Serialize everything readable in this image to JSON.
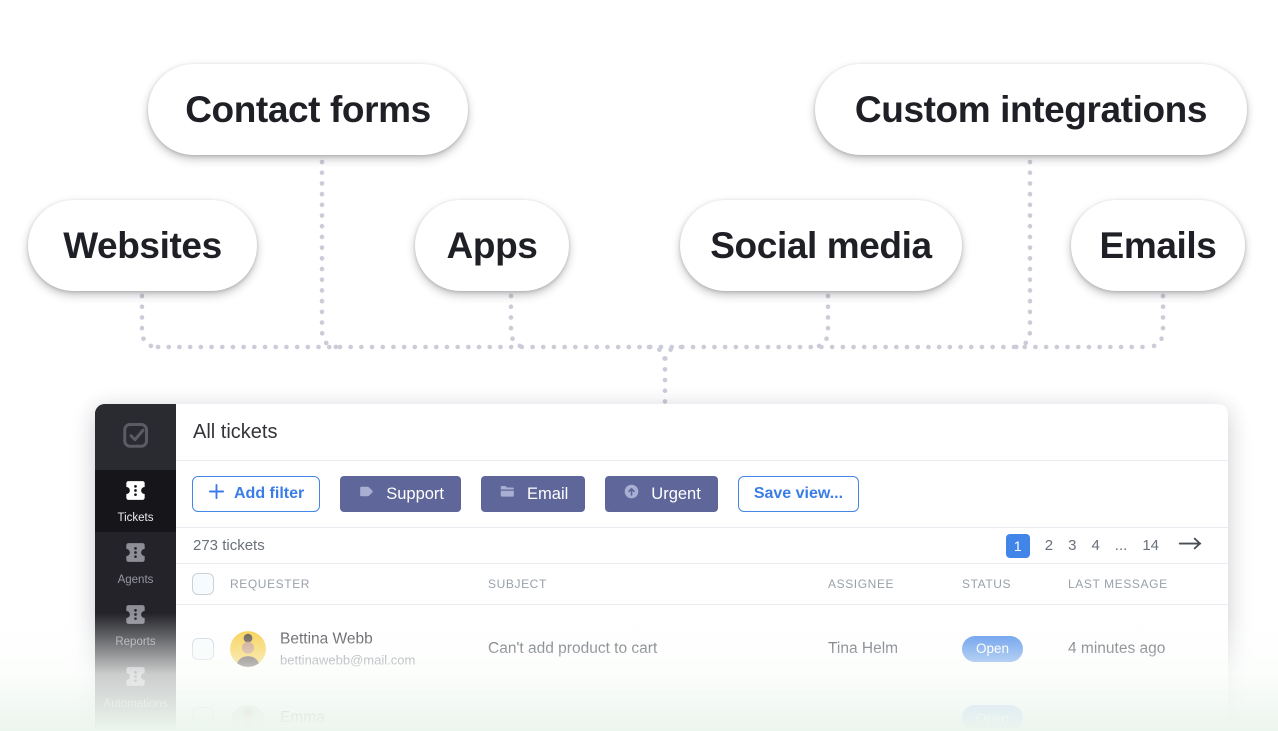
{
  "bubbles": [
    {
      "label": "Contact forms"
    },
    {
      "label": "Custom integrations"
    },
    {
      "label": "Websites"
    },
    {
      "label": "Apps"
    },
    {
      "label": "Social media"
    },
    {
      "label": "Emails"
    }
  ],
  "app": {
    "sidebar": {
      "items": [
        {
          "label": "Tickets",
          "icon": "ticket-icon",
          "active": true
        },
        {
          "label": "Agents",
          "icon": "ticket-icon",
          "active": false
        },
        {
          "label": "Reports",
          "icon": "ticket-icon",
          "active": false
        },
        {
          "label": "Automations",
          "icon": "ticket-icon",
          "active": false
        }
      ],
      "logo_icon": "check-square-icon"
    },
    "header": {
      "title": "All tickets"
    },
    "filters": {
      "add_filter_label": "Add filter",
      "chips": [
        {
          "label": "Support",
          "icon": "tag-icon"
        },
        {
          "label": "Email",
          "icon": "folder-icon"
        },
        {
          "label": "Urgent",
          "icon": "arrow-up-circle-icon"
        }
      ],
      "save_view_label": "Save view..."
    },
    "list": {
      "count": "273 tickets",
      "pagination": {
        "pages": [
          "1",
          "2",
          "3",
          "4",
          "...",
          "14"
        ],
        "active_page": "1",
        "next_icon": "arrow-right-icon"
      }
    },
    "table": {
      "columns": [
        "REQUESTER",
        "SUBJECT",
        "ASSIGNEE",
        "STATUS",
        "LAST MESSAGE"
      ],
      "rows": [
        {
          "name": "Bettina Webb",
          "email": "bettinawebb@mail.com",
          "subject": "Can't add product to cart",
          "assignee": "Tina Helm",
          "status": "Open",
          "last_message": "4 minutes ago",
          "avatar_color": "#f6c831"
        },
        {
          "name": "Emma",
          "status": "Open",
          "avatar_color": "#aedbb2"
        }
      ]
    }
  },
  "colors": {
    "accent_blue": "#4285e8",
    "chip_purple": "#5f6699",
    "sidebar_bg": "#232329",
    "dotted_line": "#cbccd8",
    "status_open": "#4285e8",
    "bottom_fade_green": "#ecf5ee"
  }
}
